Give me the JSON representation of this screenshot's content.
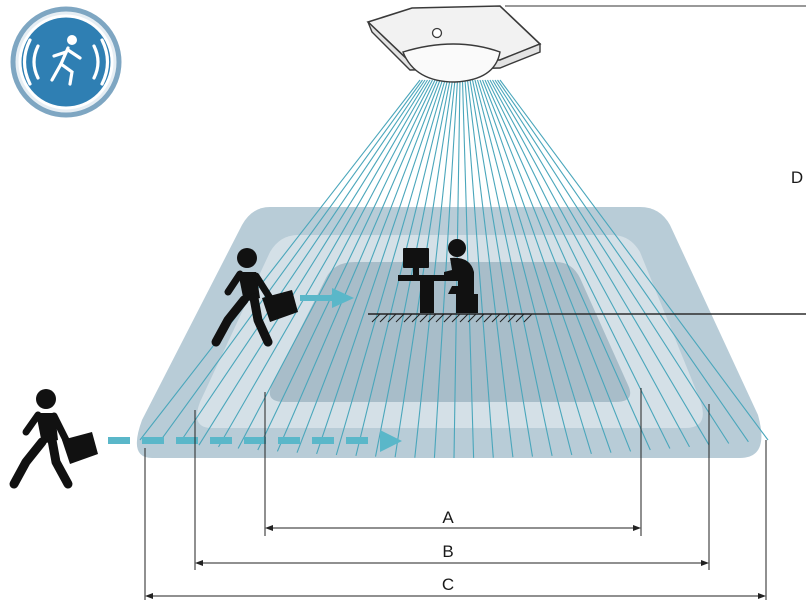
{
  "labels": {
    "dimension_a": "A",
    "dimension_b": "B",
    "dimension_c": "C",
    "dimension_d": "D"
  },
  "icons": {
    "badge": "motion-sensor-running-person-icon",
    "sensor": "ceiling-sensor-icon",
    "desk_worker": "seated-person-at-computer-icon",
    "walker_upper": "walking-person-with-briefcase-icon",
    "walker_lower": "walking-person-with-briefcase-icon",
    "arrow_upper": "arrow-right-icon",
    "arrow_lower": "dashed-arrow-right-icon"
  },
  "colors": {
    "beam": "#4aa6bb",
    "zone_outer": "#b9cdd8",
    "zone_middle": "#d6e2e9",
    "zone_inner": "#a9bfcb",
    "arrow": "#5ab7c9",
    "badge_ring": "#7fa8c4",
    "badge_fill": "#2f7fb3",
    "ink": "#111111"
  }
}
